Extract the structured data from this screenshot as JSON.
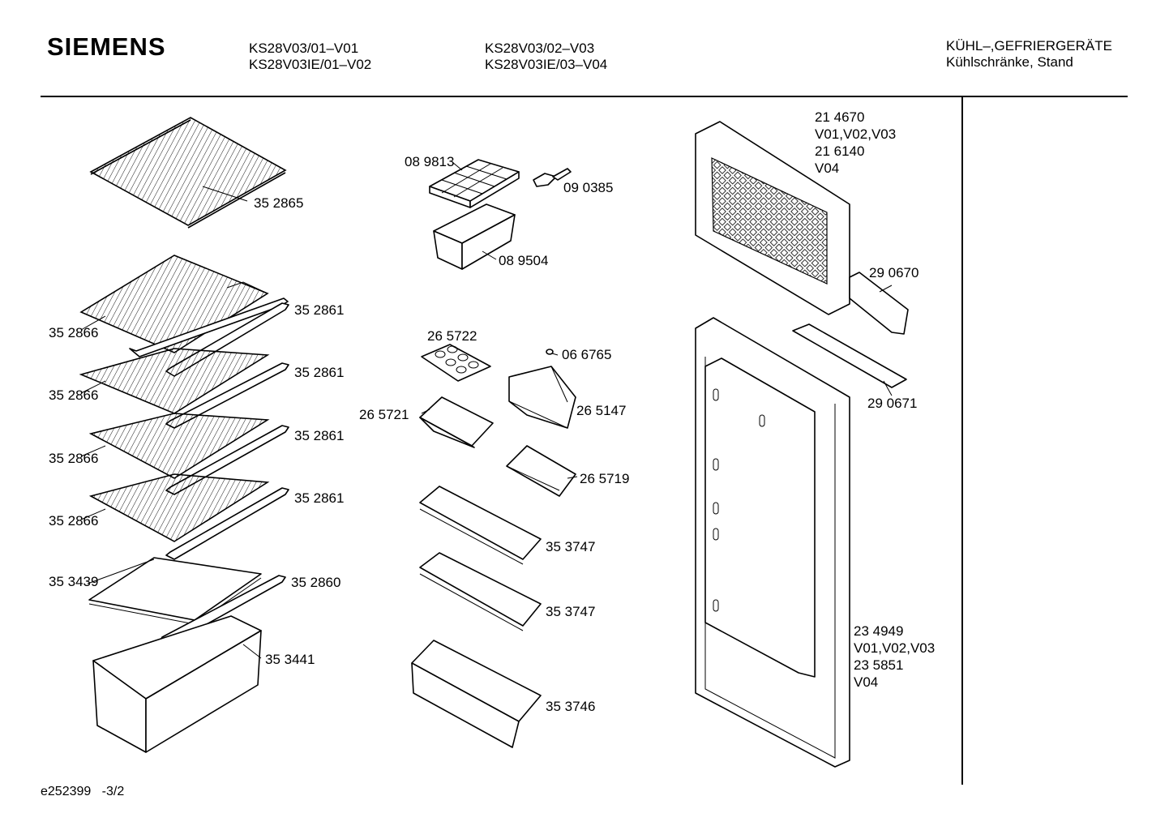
{
  "header": {
    "brand": "SIEMENS",
    "model_col1_line1": "KS28V03/01–V01",
    "model_col1_line2": "KS28V03IE/01–V02",
    "model_col2_line1": "KS28V03/02–V03",
    "model_col2_line2": "KS28V03IE/03–V04",
    "category_line1": "KÜHL–,GEFRIERGERÄTE",
    "category_line2": "Kühlschränke, Stand"
  },
  "parts": {
    "p352865": "35 2865",
    "p352861_1": "35 2861",
    "p352866_1": "35 2866",
    "p352861_2": "35 2861",
    "p352866_2": "35 2866",
    "p352861_3": "35 2861",
    "p352866_3": "35 2866",
    "p352861_4": "35 2861",
    "p352866_4": "35 2866",
    "p353439": "35 3439",
    "p352860": "35 2860",
    "p353441": "35 3441",
    "p089813": "08 9813",
    "p090385": "09 0385",
    "p089504": "08 9504",
    "p265722": "26 5722",
    "p066765": "06 6765",
    "p265721": "26 5721",
    "p265147": "26 5147",
    "p265719": "26 5719",
    "p353747_1": "35 3747",
    "p353747_2": "35 3747",
    "p353746": "35 3746",
    "p214670": "21 4670",
    "v_214670": "V01,V02,V03",
    "p216140": "21 6140",
    "v_216140": "V04",
    "p290670": "29 0670",
    "p290671": "29 0671",
    "p234949": "23 4949",
    "v_234949": "V01,V02,V03",
    "p235851": "23 5851",
    "v_235851": "V04"
  },
  "footer": {
    "diagram_id": "e252399",
    "page_ref": "-3/2"
  }
}
